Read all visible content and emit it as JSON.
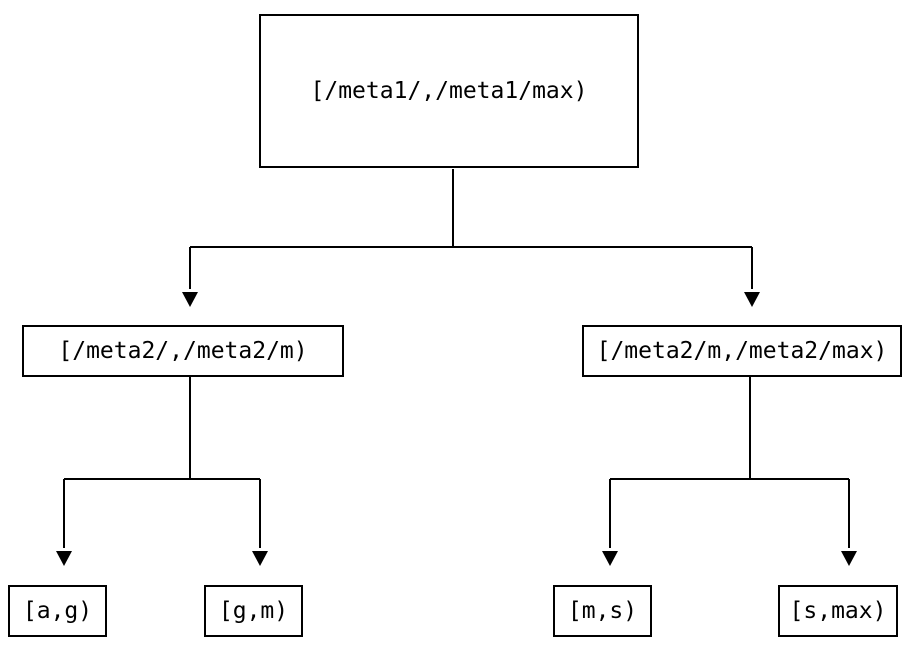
{
  "diagram": {
    "type": "binary-interval-tree",
    "background_color": "#ffffff",
    "line_color": "#000000",
    "box_border_color": "#000000",
    "text_color": "#000000",
    "nodes": {
      "root": {
        "label": "[/meta1/,/meta1/max)"
      },
      "left_mid": {
        "label": "[/meta2/,/meta2/m)"
      },
      "right_mid": {
        "label": "[/meta2/m,/meta2/max)"
      },
      "leaf_ag": {
        "label": "[a,g)"
      },
      "leaf_gm": {
        "label": "[g,m)"
      },
      "leaf_ms": {
        "label": "[m,s)"
      },
      "leaf_smax": {
        "label": "[s,max)"
      }
    },
    "edges": [
      {
        "from": "root",
        "to": "left_mid"
      },
      {
        "from": "root",
        "to": "right_mid"
      },
      {
        "from": "left_mid",
        "to": "leaf_ag"
      },
      {
        "from": "left_mid",
        "to": "leaf_gm"
      },
      {
        "from": "right_mid",
        "to": "leaf_ms"
      },
      {
        "from": "right_mid",
        "to": "leaf_smax"
      }
    ]
  }
}
